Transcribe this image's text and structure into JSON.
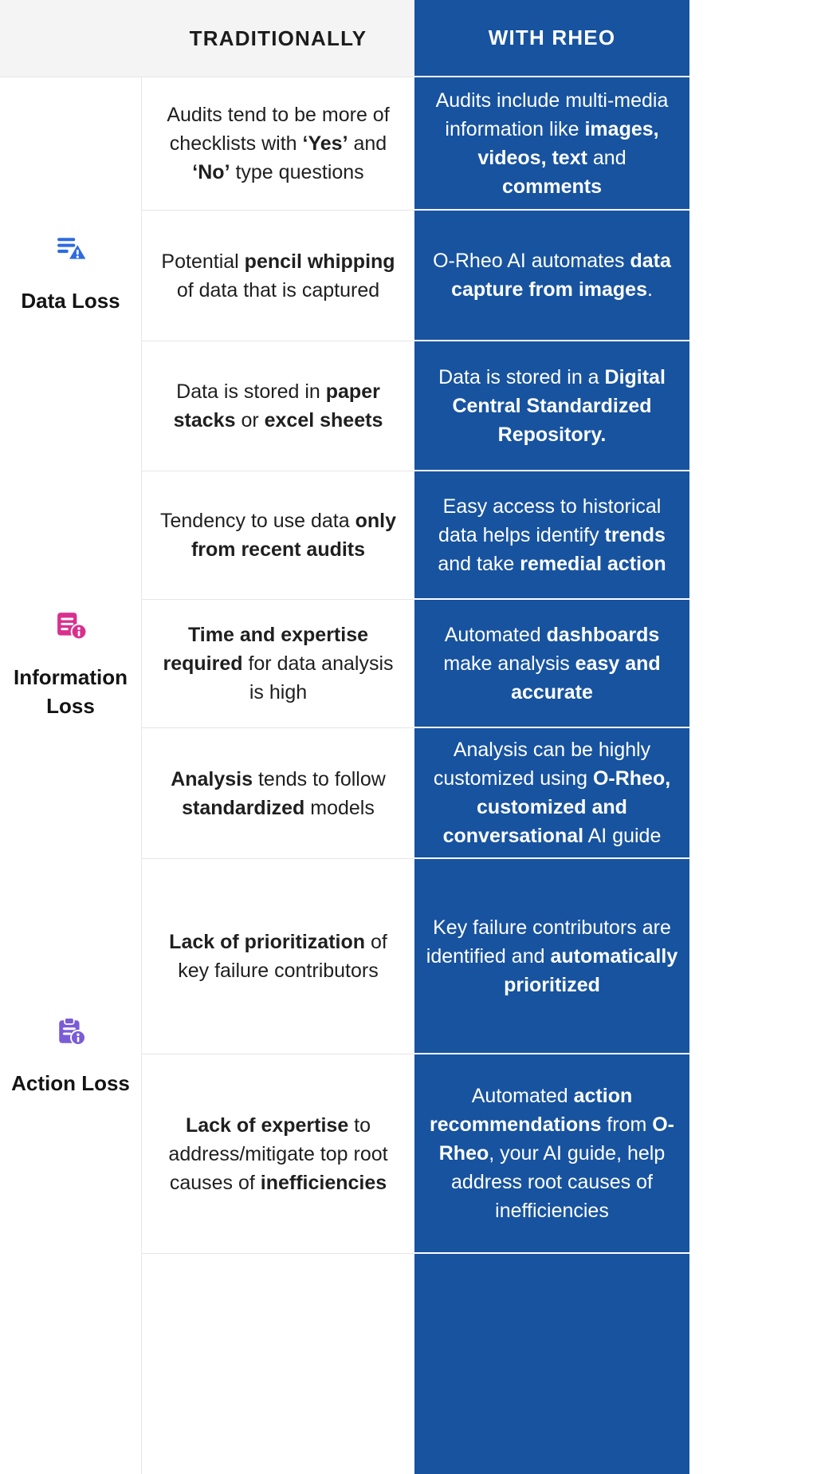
{
  "colors": {
    "brand-blue": "#17539F",
    "row-line": "#E6E6E6",
    "blue-row-line": "#FFFFFF",
    "header-bg": "#F4F4F4",
    "text-dark": "#1F1F1F",
    "icon-data": "#2E6BE0",
    "icon-info": "#D9308F",
    "icon-action": "#7A5CD6"
  },
  "header": {
    "traditionally": "TRADITIONALLY",
    "with_rheo": "WITH RHEO"
  },
  "categories": [
    {
      "label": "Data Loss",
      "icon": "document-warning-icon"
    },
    {
      "label": "Information Loss",
      "icon": "document-info-icon"
    },
    {
      "label": "Action Loss",
      "icon": "clipboard-info-icon"
    }
  ],
  "rows": [
    {
      "traditional": [
        {
          "t": "Audits tend to be more of checklists with "
        },
        {
          "t": "‘Yes’",
          "b": true
        },
        {
          "t": " and "
        },
        {
          "t": "‘No’",
          "b": true
        },
        {
          "t": " type questions"
        }
      ],
      "rheo": [
        {
          "t": "Audits include multi-media information like "
        },
        {
          "t": "images, videos, text",
          "b": true
        },
        {
          "t": " and "
        },
        {
          "t": "comments",
          "b": true
        }
      ]
    },
    {
      "traditional": [
        {
          "t": "Potential "
        },
        {
          "t": "pencil whipping",
          "b": true
        },
        {
          "t": " of data that is captured"
        }
      ],
      "rheo": [
        {
          "t": "O-Rheo AI automates "
        },
        {
          "t": "data capture from images",
          "b": true
        },
        {
          "t": "."
        }
      ]
    },
    {
      "traditional": [
        {
          "t": "Data is stored in "
        },
        {
          "t": "paper stacks",
          "b": true
        },
        {
          "t": " or "
        },
        {
          "t": "excel sheets",
          "b": true
        }
      ],
      "rheo": [
        {
          "t": "Data is stored in a "
        },
        {
          "t": "Digital Central Standardized Repository.",
          "b": true
        }
      ]
    },
    {
      "traditional": [
        {
          "t": "Tendency to use data "
        },
        {
          "t": "only from recent audits",
          "b": true
        }
      ],
      "rheo": [
        {
          "t": "Easy access to historical data helps identify "
        },
        {
          "t": "trends",
          "b": true
        },
        {
          "t": " and take "
        },
        {
          "t": "remedial action",
          "b": true
        }
      ]
    },
    {
      "traditional": [
        {
          "t": "Time and expertise required",
          "b": true
        },
        {
          "t": " for data analysis is high"
        }
      ],
      "rheo": [
        {
          "t": "Automated "
        },
        {
          "t": "dashboards",
          "b": true
        },
        {
          "t": " make analysis "
        },
        {
          "t": "easy and accurate",
          "b": true
        }
      ]
    },
    {
      "traditional": [
        {
          "t": "Analysis",
          "b": true
        },
        {
          "t": " tends to follow "
        },
        {
          "t": "standardized",
          "b": true
        },
        {
          "t": " models"
        }
      ],
      "rheo": [
        {
          "t": "Analysis can be highly customized using "
        },
        {
          "t": "O-Rheo, customized and conversational",
          "b": true
        },
        {
          "t": " AI guide"
        }
      ]
    },
    {
      "traditional": [
        {
          "t": "Lack of prioritization",
          "b": true
        },
        {
          "t": " of key failure contributors"
        }
      ],
      "rheo": [
        {
          "t": "Key failure contributors are identified and "
        },
        {
          "t": "automatically prioritized",
          "b": true
        }
      ]
    },
    {
      "traditional": [
        {
          "t": "Lack of expertise",
          "b": true
        },
        {
          "t": " to address/mitigate top root causes of "
        },
        {
          "t": "inefficiencies",
          "b": true
        }
      ],
      "rheo": [
        {
          "t": "Automated "
        },
        {
          "t": "action recommendations",
          "b": true
        },
        {
          "t": " from "
        },
        {
          "t": "O-Rheo",
          "b": true
        },
        {
          "t": ", your AI guide, help address root causes of inefficiencies"
        }
      ]
    }
  ]
}
